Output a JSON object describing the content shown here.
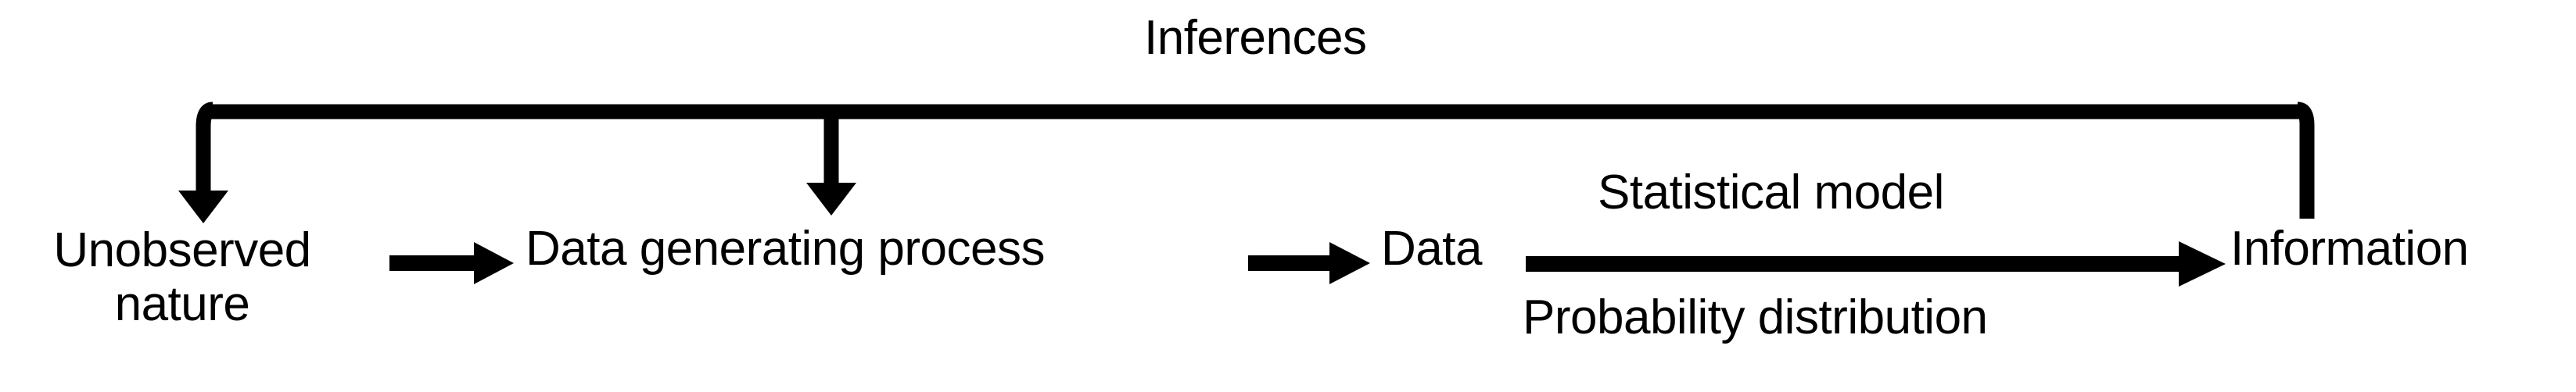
{
  "diagram": {
    "title": "Statistical inference flow",
    "background_color": "#ffffff",
    "stroke_color": "#000000",
    "nodes": {
      "unobserved_nature_line1": "Unobserved",
      "unobserved_nature_line2": "nature",
      "data_generating_process": "Data generating process",
      "data": "Data",
      "information": "Information"
    },
    "edge_labels": {
      "inferences": "Inferences",
      "statistical_model": "Statistical model",
      "probability_distribution": "Probability distribution"
    },
    "flow_sequence": [
      "Unobserved nature",
      "Data generating process",
      "Data",
      "Information"
    ],
    "connections": [
      {
        "from": "Unobserved nature",
        "to": "Data generating process",
        "type": "arrow-right",
        "label": ""
      },
      {
        "from": "Data generating process",
        "to": "Data",
        "type": "arrow-right",
        "label": ""
      },
      {
        "from": "Data",
        "to": "Information",
        "type": "arrow-right",
        "label_above": "Statistical model",
        "label_below": "Probability distribution"
      },
      {
        "from": "Information",
        "to": "Unobserved nature",
        "type": "bracket-arrow-down",
        "label": "Inferences"
      },
      {
        "from": "Information",
        "to": "Data generating process",
        "type": "bracket-arrow-down",
        "label": "Inferences"
      }
    ]
  }
}
